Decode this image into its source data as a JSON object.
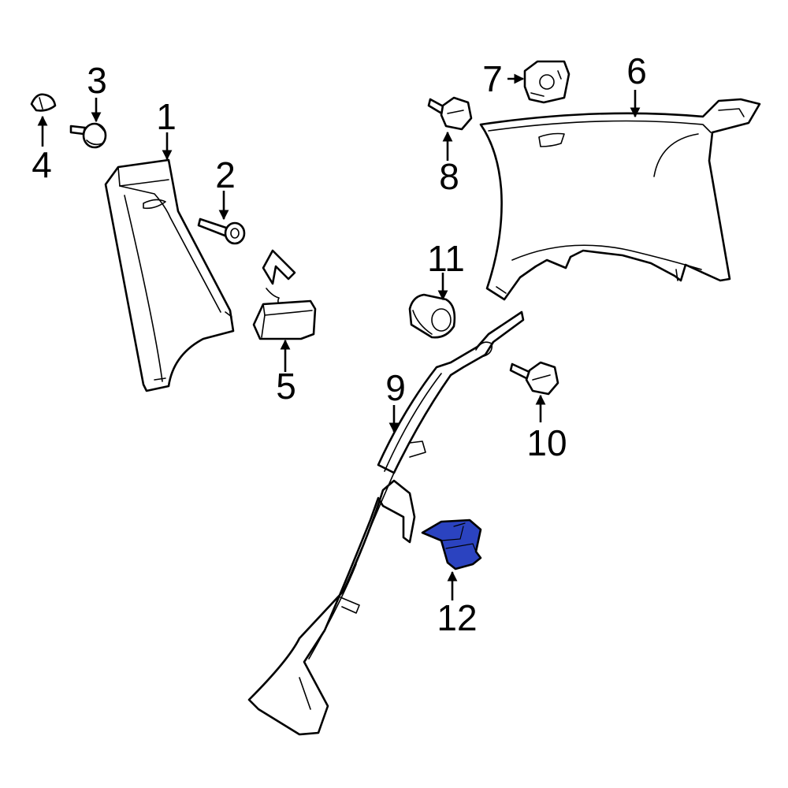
{
  "highlight_color": "#2b43c0",
  "callouts": [
    {
      "id": "1",
      "label": "1"
    },
    {
      "id": "2",
      "label": "2"
    },
    {
      "id": "3",
      "label": "3"
    },
    {
      "id": "4",
      "label": "4"
    },
    {
      "id": "5",
      "label": "5"
    },
    {
      "id": "6",
      "label": "6"
    },
    {
      "id": "7",
      "label": "7"
    },
    {
      "id": "8",
      "label": "8"
    },
    {
      "id": "9",
      "label": "9"
    },
    {
      "id": "10",
      "label": "10"
    },
    {
      "id": "11",
      "label": "11"
    },
    {
      "id": "12",
      "label": "12"
    }
  ]
}
